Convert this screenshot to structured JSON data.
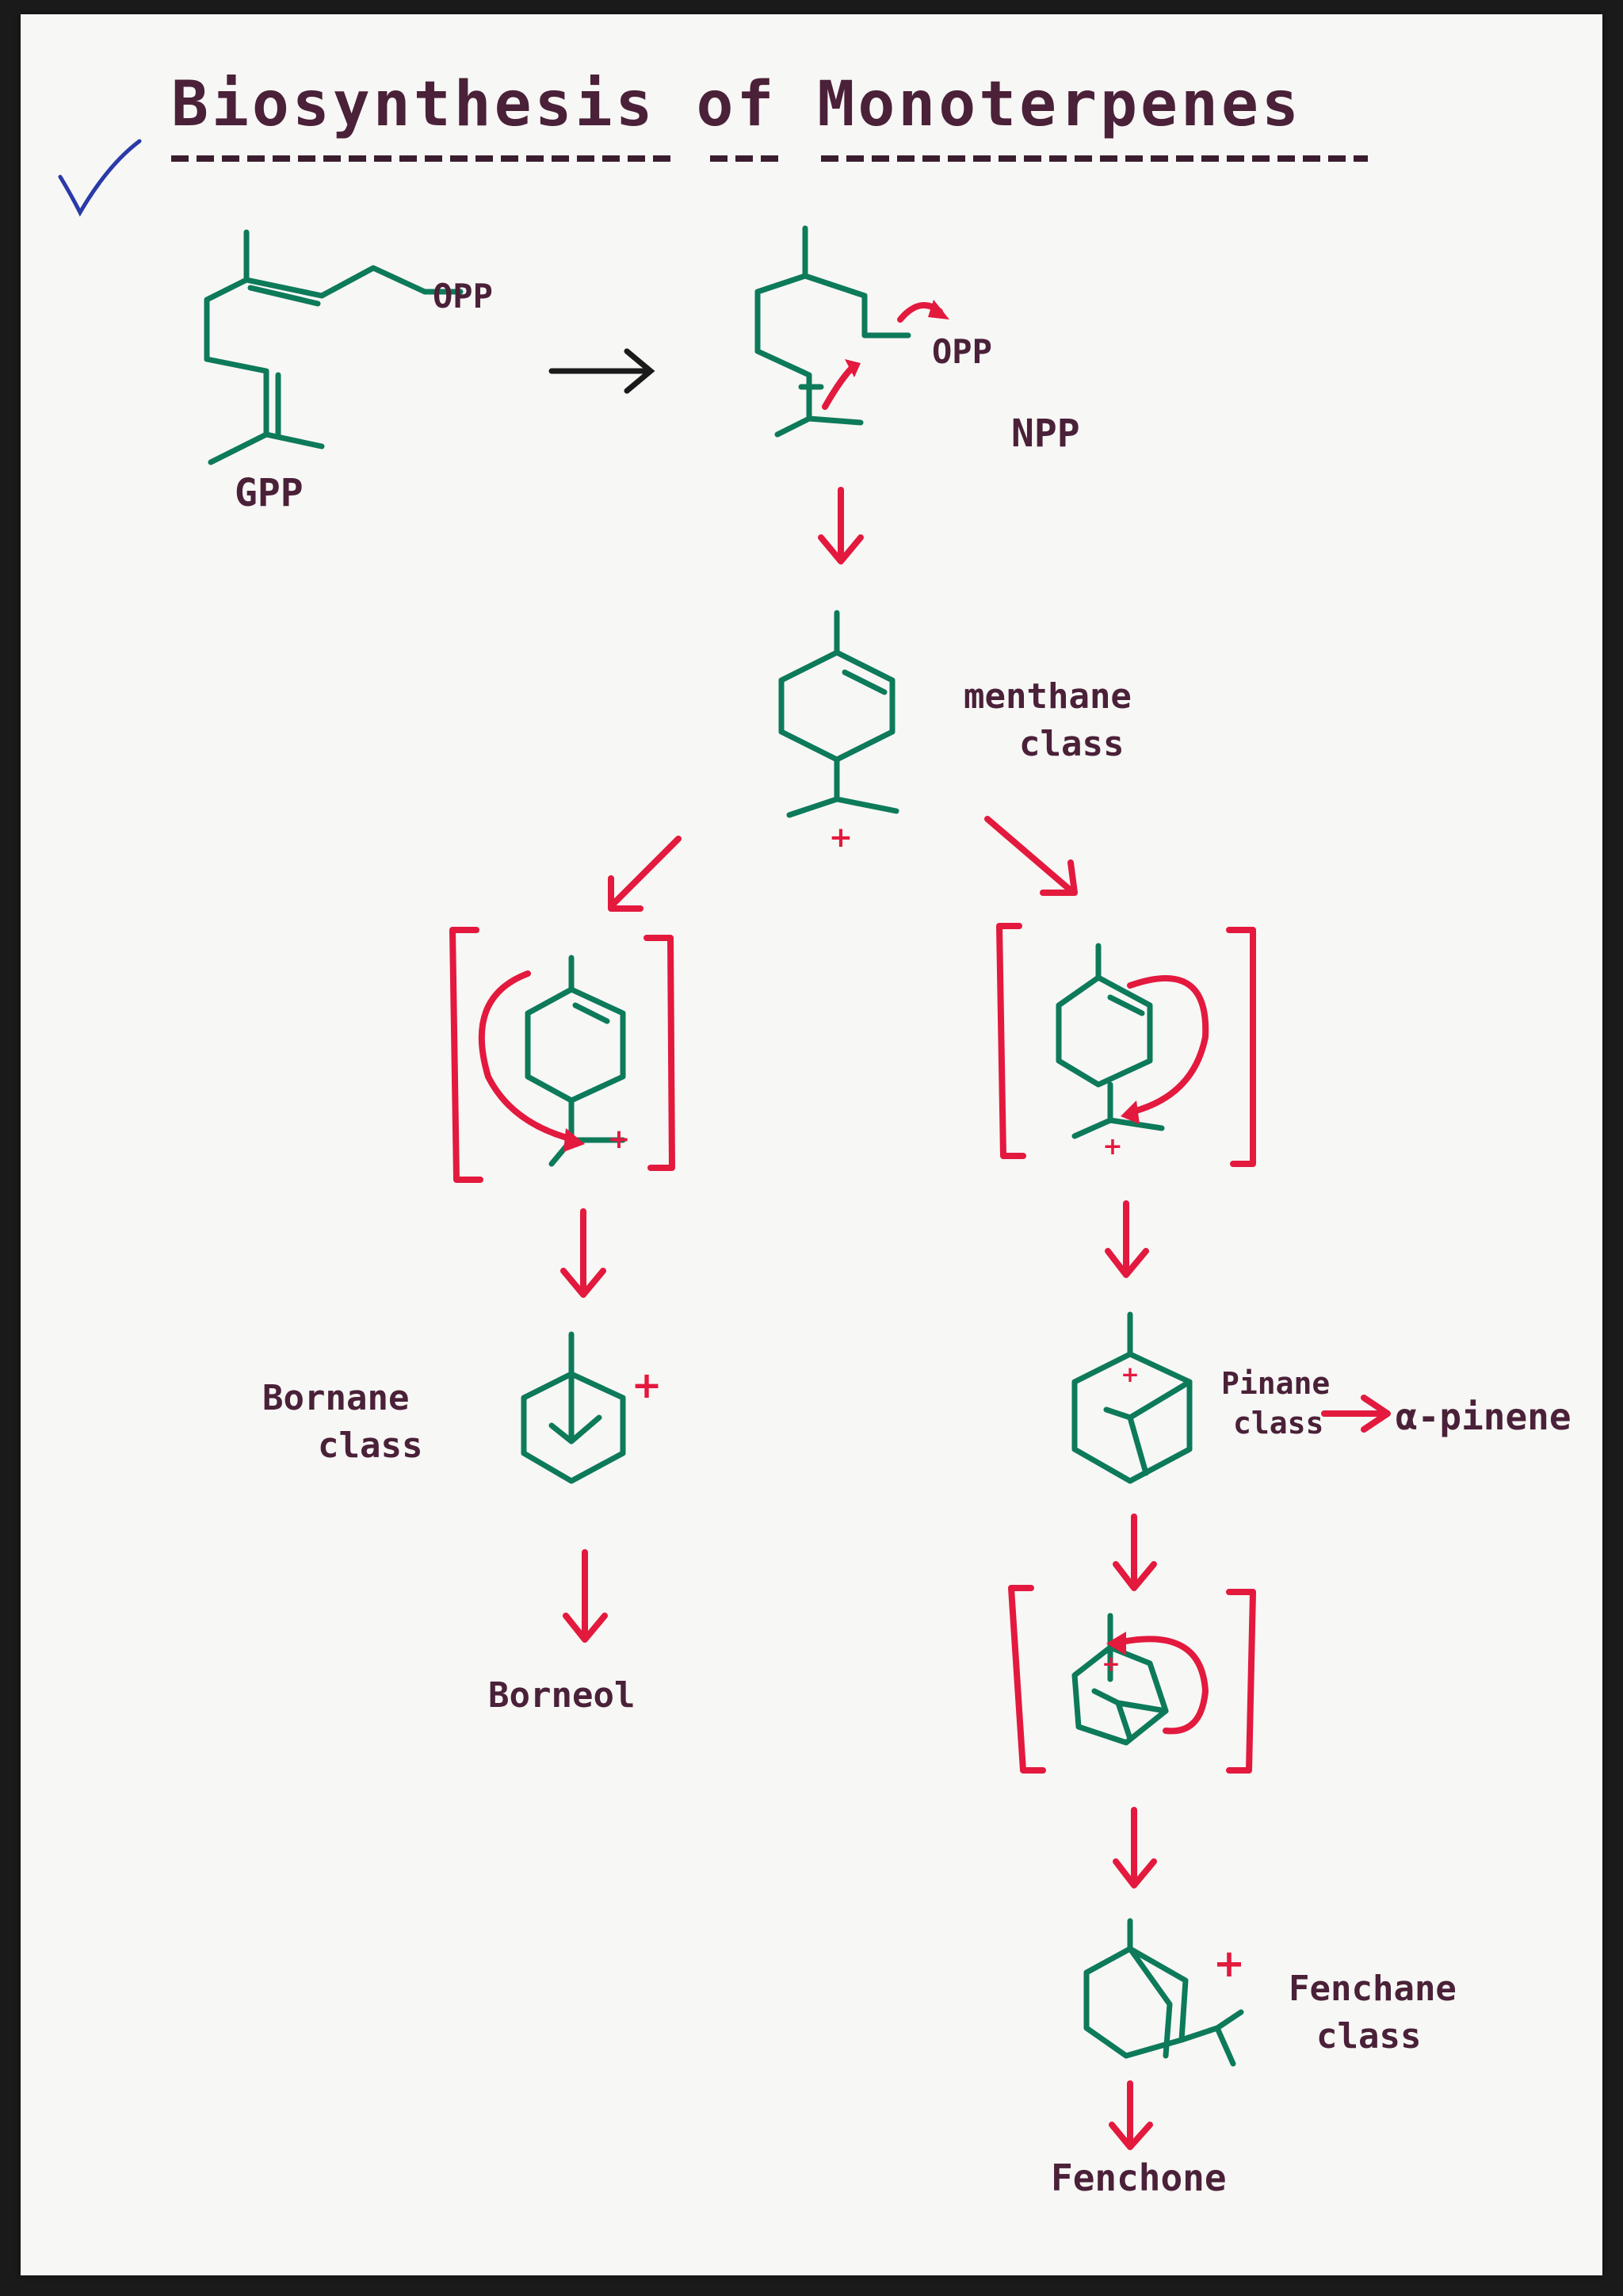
{
  "title": "Biosynthesis of Monoterpenes",
  "labels": {
    "opp_gpp": "OPP",
    "gpp": "GPP",
    "opp_npp": "OPP",
    "npp": "NPP",
    "menthane_1": "menthane",
    "menthane_2": "class",
    "bornane_1": "Bornane",
    "bornane_2": "class",
    "borneol": "Borneol",
    "pinane_1": "Pinane",
    "pinane_2": "class",
    "alpha_pinene": "α-pinene",
    "fenchane_1": "Fenchane",
    "fenchane_2": "class",
    "fenchone": "Fenchone"
  },
  "colors": {
    "structure": "#0d7a5a",
    "arrows": "#e3193e",
    "text": "#4a2138",
    "check": "#2a3aa8"
  }
}
